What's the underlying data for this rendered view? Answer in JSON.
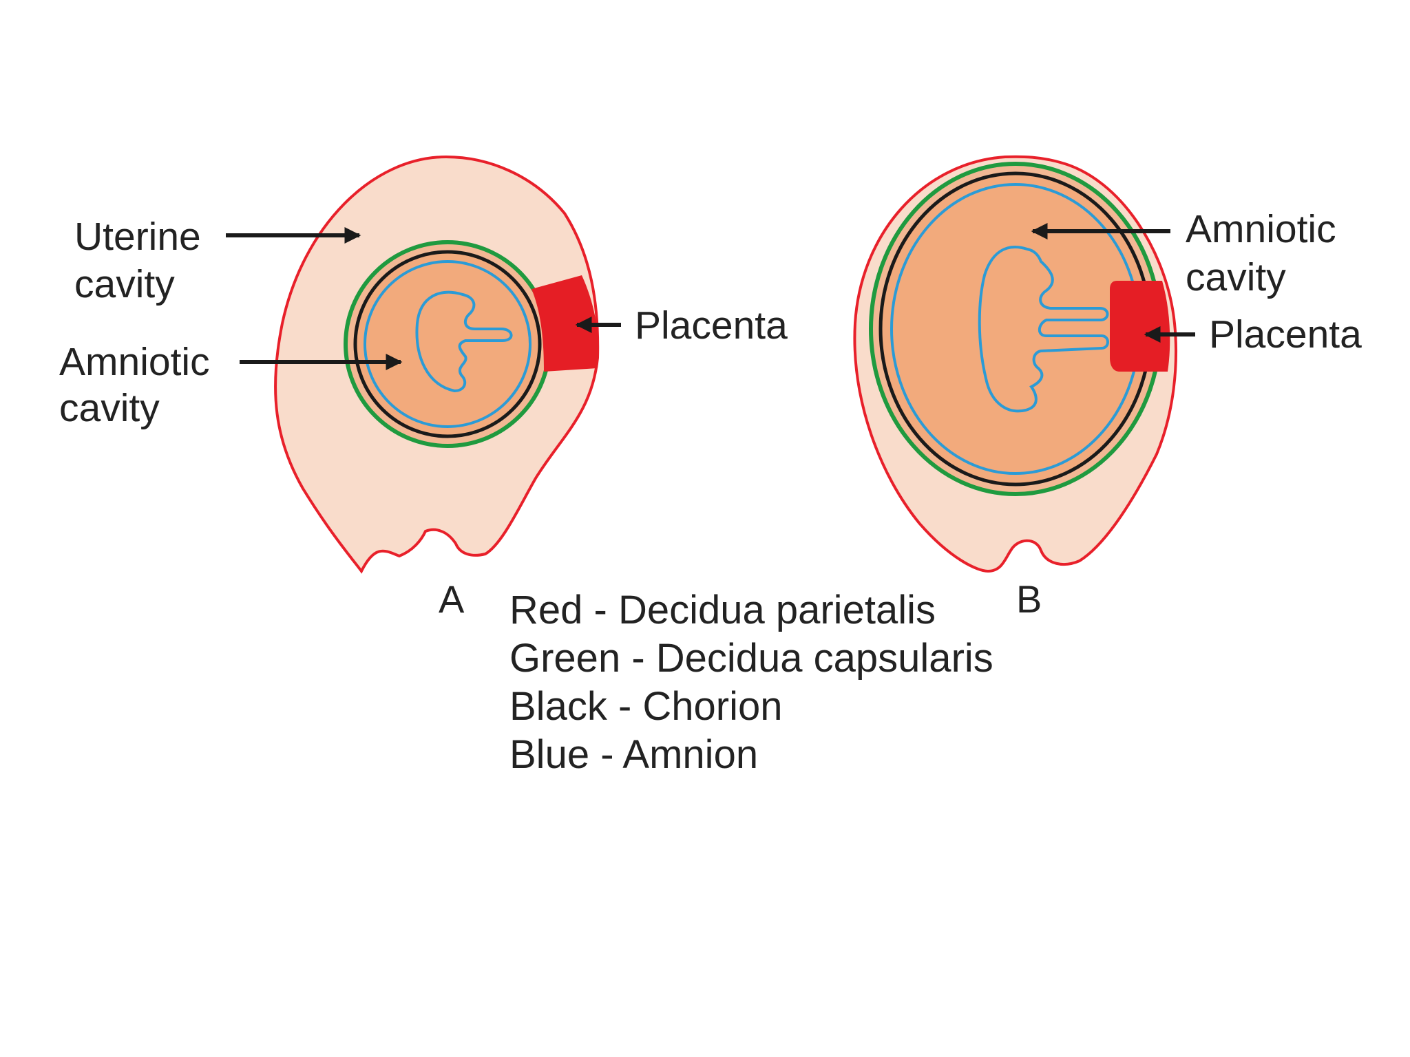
{
  "labels": {
    "uterine_cavity": [
      "Uterine",
      "cavity"
    ],
    "amniotic_cavity_a": [
      "Amniotic",
      "cavity"
    ],
    "placenta_a": "Placenta",
    "amniotic_cavity_b": [
      "Amniotic",
      "cavity"
    ],
    "placenta_b": "Placenta",
    "figure_a": "A",
    "figure_b": "B"
  },
  "legend": [
    "Red - Decidua parietalis",
    "Green - Decidua capsularis",
    "Black - Chorion",
    "Blue - Amnion"
  ],
  "colors": {
    "decidua_parietalis": "#e8202a",
    "decidua_capsularis": "#1f9a3f",
    "chorion": "#1a1a1a",
    "amnion": "#2b9bd6",
    "uterine_fill": "#f9dccb",
    "sac_fill": "#f2aa7c",
    "placenta": "#e51e25"
  }
}
